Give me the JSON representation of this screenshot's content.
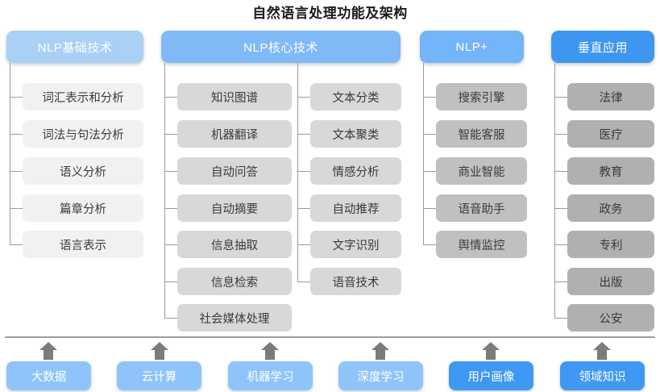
{
  "title": "自然语言处理功能及架构",
  "colors": {
    "header_basic": "#a9d0f5",
    "header_core": "#7fb9f7",
    "header_plus": "#74b4f8",
    "header_vertical": "#3d97f0",
    "item_basic": "#f1f1f1",
    "item_core": "#d8d8d8",
    "item_plus": "#c0c0c0",
    "item_vertical": "#b0b0b0",
    "base_light": "#8fc4fa",
    "base_dark": "#3f99f2",
    "connector": "#9a9a9a"
  },
  "columns": [
    {
      "id": "basic",
      "header": "NLP基础技术",
      "items": [
        "词汇表示和分析",
        "词法与句法分析",
        "语义分析",
        "篇章分析",
        "语言表示"
      ]
    },
    {
      "id": "core",
      "header": "NLP核心技术",
      "items_left": [
        "知识图谱",
        "机器翻译",
        "自动问答",
        "自动摘要",
        "信息抽取",
        "信息检索",
        "社会媒体处理"
      ],
      "items_right": [
        "文本分类",
        "文本聚类",
        "情感分析",
        "自动推荐",
        "文字识别",
        "语音技术"
      ]
    },
    {
      "id": "plus",
      "header": "NLP+",
      "items": [
        "搜索引擎",
        "智能客服",
        "商业智能",
        "语音助手",
        "舆情监控"
      ]
    },
    {
      "id": "vertical",
      "header": "垂直应用",
      "items": [
        "法律",
        "医疗",
        "教育",
        "政务",
        "专利",
        "出版",
        "公安"
      ]
    }
  ],
  "foundation": [
    "大数据",
    "云计算",
    "机器学习",
    "深度学习",
    "用户画像",
    "领域知识"
  ],
  "watermark": ""
}
